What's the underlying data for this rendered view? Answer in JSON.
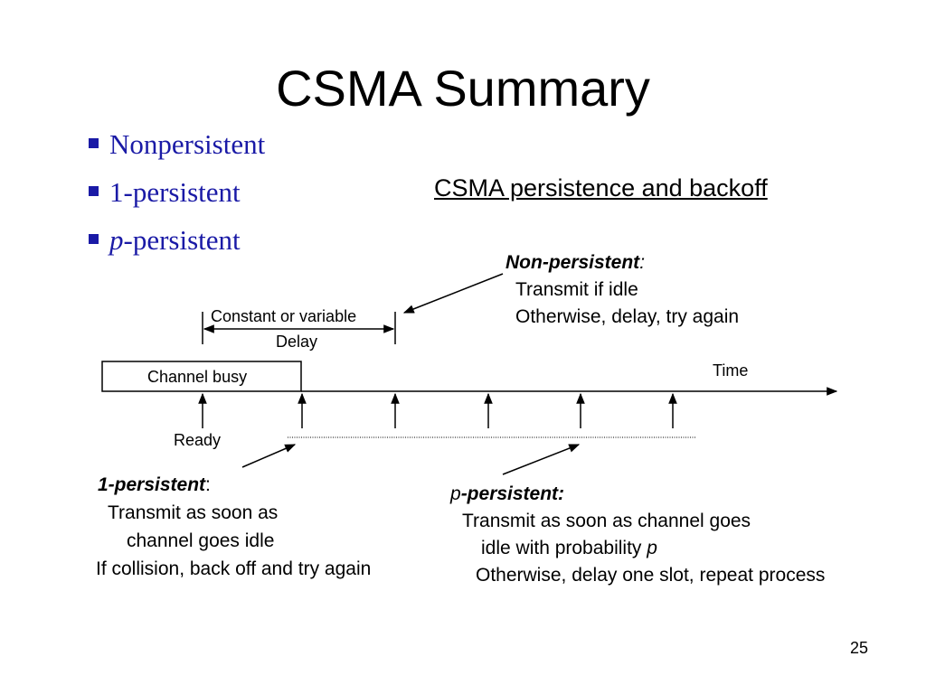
{
  "title": "CSMA Summary",
  "bullets": [
    {
      "prefix": "",
      "text": "Nonpersistent"
    },
    {
      "prefix": "",
      "text": "1-persistent"
    },
    {
      "prefix": "p",
      "text": "-persistent"
    }
  ],
  "subtitle": "CSMA persistence and backoff",
  "nonpersistent": {
    "heading": "Non-persistent",
    "colon": ":",
    "line1": "Transmit if idle",
    "line2": "Otherwise, delay, try again"
  },
  "diagram": {
    "delay_top": "Constant or variable",
    "delay_bottom": "Delay",
    "channel_busy": "Channel busy",
    "time": "Time",
    "ready": "Ready"
  },
  "one_persistent": {
    "heading": "1-persistent",
    "colon": ":",
    "line1": "Transmit as soon as",
    "line2": "channel goes idle",
    "line3": "If collision, back off and try again"
  },
  "p_persistent": {
    "heading_p": "p",
    "heading_rest": "-persistent:",
    "line1": "Transmit as soon as channel goes",
    "line2": "idle with probability",
    "line2_p": "p",
    "line3": "Otherwise, delay one slot, repeat process"
  },
  "slide_number": "25"
}
